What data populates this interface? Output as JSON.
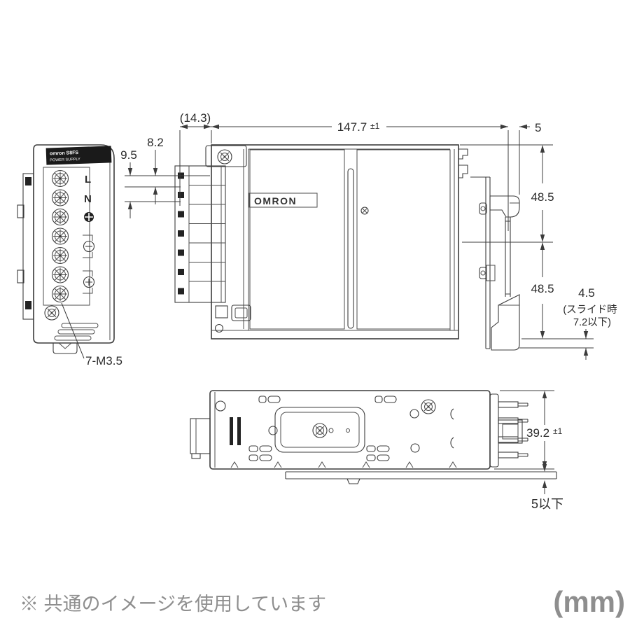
{
  "meta": {
    "unit_label": "(mm)",
    "footnote": "※ 共通のイメージを使用しています"
  },
  "side_view": {
    "plate_line1": "omron S8FS",
    "plate_line2": "POWER SUPPLY",
    "terminal_live": "L",
    "terminal_neutral": "N",
    "screw_spec": "7-M3.5"
  },
  "front_view": {
    "logo": "OMRON"
  },
  "dims": {
    "protrusion": "(14.3)",
    "width_val": "147.7",
    "width_tol": "±1",
    "bracket_offset": "5",
    "pitch_outer": "9.5",
    "pitch_inner": "8.2",
    "height_upper": "48.5",
    "height_lower": "48.5",
    "slide_gap": "4.5",
    "slide_note_1": "(スライド時",
    "slide_note_2": "7.2以下)",
    "depth_val": "39.2",
    "depth_tol": "±1",
    "clearance": "5以下"
  }
}
